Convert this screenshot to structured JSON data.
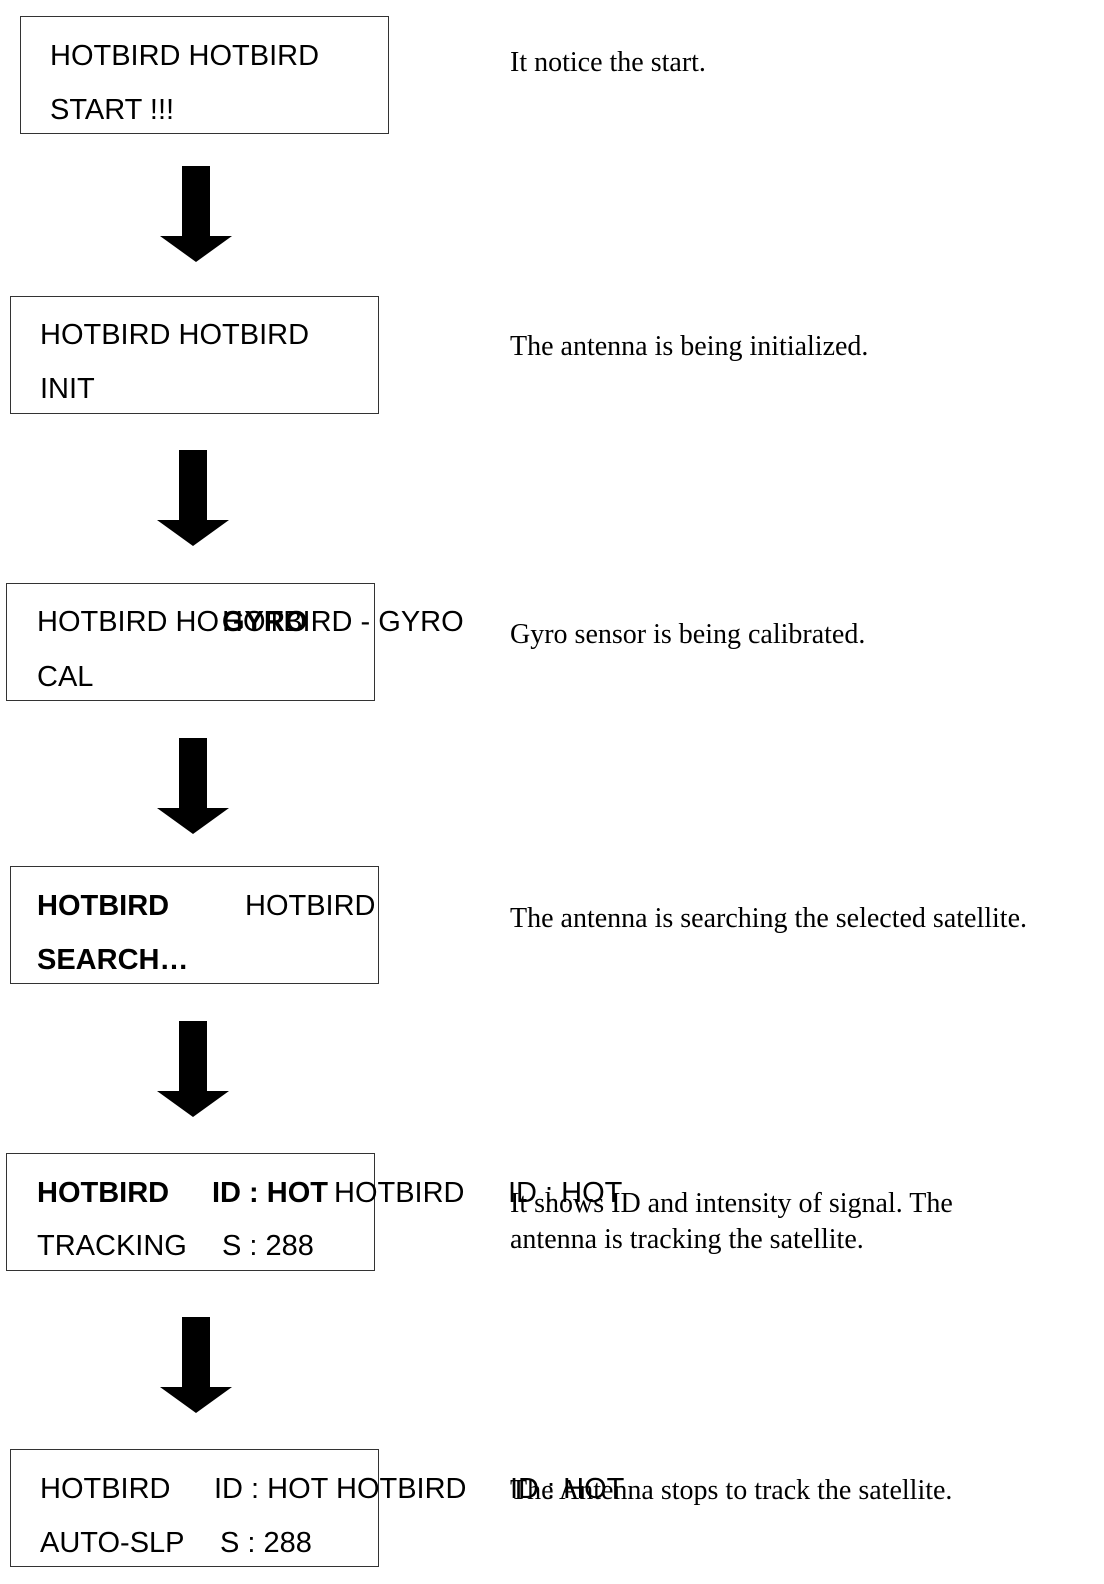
{
  "steps": [
    {
      "line1": [
        "HOTBIRD HOTBIRD"
      ],
      "line2": [
        "START !!!"
      ],
      "description": [
        "It notice the start."
      ]
    },
    {
      "line1": [
        "HOTBIRD HOTBIRD"
      ],
      "line2": [
        "INIT"
      ],
      "description": [
        "The antenna is being initialized."
      ]
    },
    {
      "line1": [
        "HOTBIRD HO",
        "GYRO",
        "HOTBIRD - GYRO"
      ],
      "line2": [
        "CAL"
      ],
      "description": [
        "Gyro sensor is being calibrated."
      ]
    },
    {
      "line1": [
        "HOTBIRD",
        "HOTBIRD"
      ],
      "line2": [
        "SEARCH…"
      ],
      "description": [
        "The antenna is searching the selected satellite."
      ]
    },
    {
      "line1": [
        "HOTBIRD",
        "ID : HOT",
        "HOTBIRD",
        "ID : HOT"
      ],
      "line2": [
        "TRACKING",
        "S : 288"
      ],
      "description": [
        "It shows ID and intensity of signal. The",
        "antenna is tracking the satellite."
      ]
    },
    {
      "line1": [
        "HOTBIRD",
        "ID : HOT",
        "HOTBIRD",
        "ID : HOT"
      ],
      "line2": [
        "AUTO-SLP",
        "S : 288"
      ],
      "description": [
        "The Antenna stops to track the satellite."
      ]
    }
  ]
}
